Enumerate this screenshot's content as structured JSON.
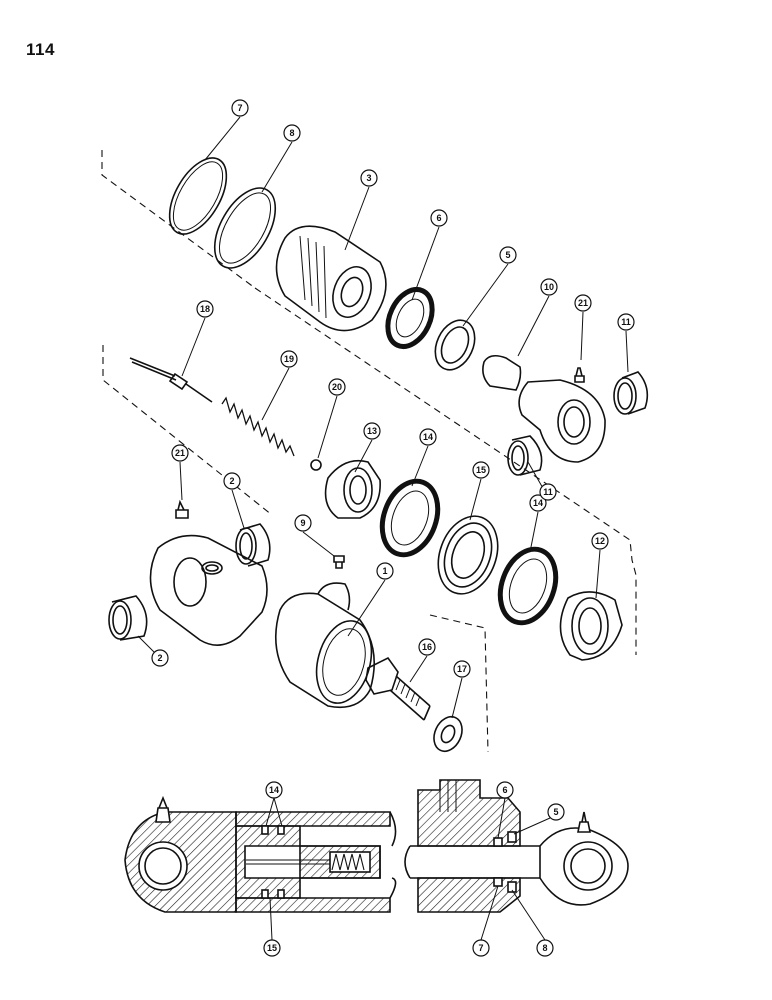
{
  "page": {
    "number": "114"
  },
  "callouts": {
    "c7_top": "7",
    "c8_top": "8",
    "c3": "3",
    "c6_top": "6",
    "c5_top": "5",
    "c10": "10",
    "c21_right": "21",
    "c11_top": "11",
    "c18": "18",
    "c19": "19",
    "c20": "20",
    "c13": "13",
    "c14_a": "14",
    "c15_a": "15",
    "c14_b": "14",
    "c11_bottom": "11",
    "c21_left": "21",
    "c2_top": "2",
    "c9": "9",
    "c1": "1",
    "c12": "12",
    "c2_bottom": "2",
    "c16": "16",
    "c17": "17",
    "c14_section": "14",
    "c15_section": "15",
    "c6_section": "6",
    "c5_section": "5",
    "c7_section": "7",
    "c8_section": "8"
  }
}
